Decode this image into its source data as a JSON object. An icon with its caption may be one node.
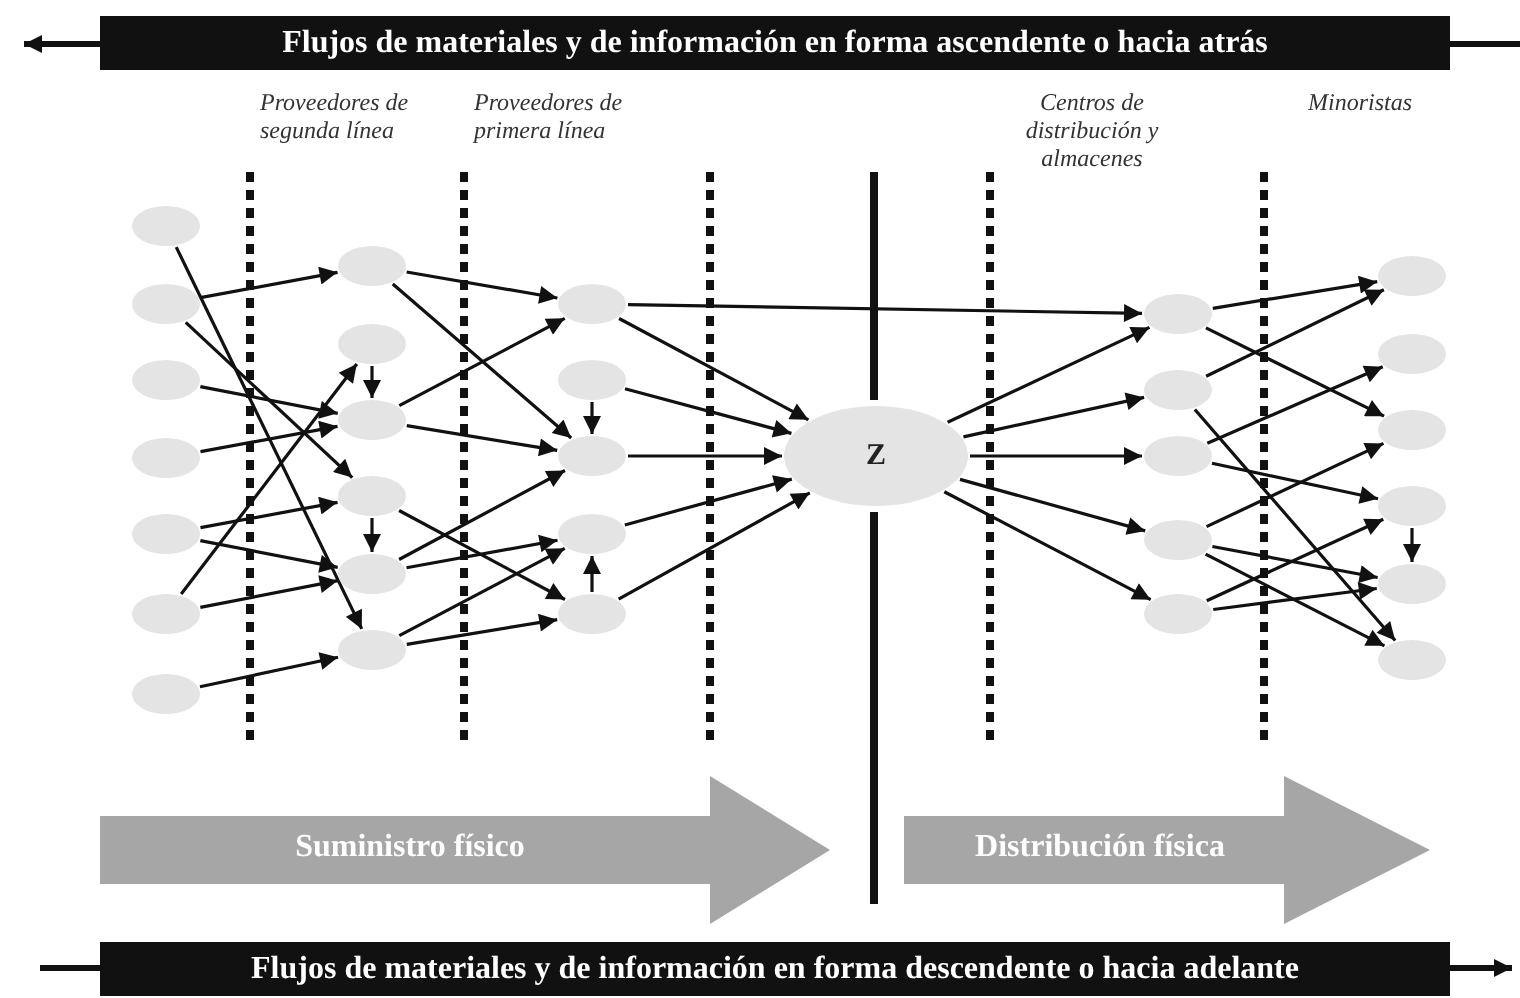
{
  "diagram": {
    "nodes": [
      {
        "text": [],
        "shape": "ellipse"
      },
      {
        "text": [],
        "shape": "ellipse"
      },
      {
        "text": [],
        "shape": "ellipse"
      },
      {
        "text": [],
        "shape": "ellipse"
      },
      {
        "text": [],
        "shape": "ellipse"
      },
      {
        "text": [],
        "shape": "ellipse"
      },
      {
        "text": [],
        "shape": "ellipse"
      },
      {
        "text": [],
        "shape": "ellipse"
      },
      {
        "text": [],
        "shape": "ellipse"
      },
      {
        "text": [],
        "shape": "ellipse"
      },
      {
        "text": [],
        "shape": "ellipse"
      },
      {
        "text": [],
        "shape": "ellipse"
      },
      {
        "text": [],
        "shape": "ellipse"
      },
      {
        "text": [],
        "shape": "ellipse"
      },
      {
        "text": [],
        "shape": "ellipse"
      },
      {
        "text": [],
        "shape": "ellipse"
      },
      {
        "text": [],
        "shape": "ellipse"
      },
      {
        "text": [],
        "shape": "ellipse"
      },
      {
        "text": [
          "Z"
        ]
      },
      {
        "text": [],
        "shape": "ellipse"
      },
      {
        "text": [],
        "shape": "ellipse"
      },
      {
        "text": [],
        "shape": "ellipse"
      },
      {
        "text": [],
        "shape": "ellipse"
      },
      {
        "text": [],
        "shape": "ellipse"
      },
      {
        "text": [],
        "shape": "ellipse"
      },
      {
        "text": [],
        "shape": "ellipse"
      },
      {
        "text": [],
        "shape": "ellipse"
      },
      {
        "text": [],
        "shape": "ellipse"
      },
      {
        "text": [],
        "shape": "ellipse"
      },
      {
        "text": [],
        "shape": "ellipse"
      }
    ],
    "edges": [
      {
        "from": 0,
        "to": 12,
        "arrow": "to"
      },
      {
        "from": 1,
        "to": 7,
        "arrow": "to"
      },
      {
        "from": 1,
        "to": 10,
        "arrow": "to"
      },
      {
        "from": 2,
        "to": 9,
        "arrow": "to"
      },
      {
        "from": 3,
        "to": 9,
        "arrow": "to"
      },
      {
        "from": 4,
        "to": 10,
        "arrow": "to"
      },
      {
        "from": 4,
        "to": 11,
        "arrow": "to"
      },
      {
        "from": 5,
        "to": 8,
        "arrow": "to"
      },
      {
        "from": 5,
        "to": 11,
        "arrow": "to"
      },
      {
        "from": 6,
        "to": 12,
        "arrow": "to"
      },
      {
        "from": 8,
        "to": 9,
        "arrow": "to"
      },
      {
        "from": 10,
        "to": 11,
        "arrow": "to"
      },
      {
        "from": 7,
        "to": 13,
        "arrow": "to"
      },
      {
        "from": 7,
        "to": 15,
        "arrow": "to"
      },
      {
        "from": 9,
        "to": 13,
        "arrow": "to"
      },
      {
        "from": 9,
        "to": 15,
        "arrow": "to"
      },
      {
        "from": 10,
        "to": 17,
        "arrow": "to"
      },
      {
        "from": 11,
        "to": 15,
        "arrow": "to"
      },
      {
        "from": 11,
        "to": 16,
        "arrow": "to"
      },
      {
        "from": 12,
        "to": 16,
        "arrow": "to"
      },
      {
        "from": 12,
        "to": 17,
        "arrow": "to"
      },
      {
        "from": 14,
        "to": 15,
        "arrow": "to"
      },
      {
        "from": 17,
        "to": 16,
        "arrow": "to"
      },
      {
        "from": 13,
        "to": 18,
        "arrow": "to"
      },
      {
        "from": 14,
        "to": 18,
        "arrow": "to"
      },
      {
        "from": 15,
        "to": 18,
        "arrow": "to"
      },
      {
        "from": 16,
        "to": 18,
        "arrow": "to"
      },
      {
        "from": 17,
        "to": 18,
        "arrow": "to"
      },
      {
        "from": 13,
        "to": 19,
        "arrow": "to"
      },
      {
        "from": 18,
        "to": 19,
        "arrow": "to"
      },
      {
        "from": 18,
        "to": 20,
        "arrow": "to"
      },
      {
        "from": 18,
        "to": 21,
        "arrow": "to"
      },
      {
        "from": 18,
        "to": 22,
        "arrow": "to"
      },
      {
        "from": 18,
        "to": 23,
        "arrow": "to"
      },
      {
        "from": 19,
        "to": 24,
        "arrow": "to"
      },
      {
        "from": 19,
        "to": 26,
        "arrow": "to"
      },
      {
        "from": 20,
        "to": 24,
        "arrow": "to"
      },
      {
        "from": 20,
        "to": 29,
        "arrow": "to"
      },
      {
        "from": 21,
        "to": 25,
        "arrow": "to"
      },
      {
        "from": 21,
        "to": 27,
        "arrow": "to"
      },
      {
        "from": 22,
        "to": 26,
        "arrow": "to"
      },
      {
        "from": 22,
        "to": 28,
        "arrow": "to"
      },
      {
        "from": 22,
        "to": 29,
        "arrow": "to"
      },
      {
        "from": 23,
        "to": 27,
        "arrow": "to"
      },
      {
        "from": 23,
        "to": 28,
        "arrow": "to"
      },
      {
        "from": 27,
        "to": 28,
        "arrow": "to"
      }
    ],
    "labels": [
      "Flujos de materiales y de información en forma ascendente o hacia atrás",
      "Proveedores de segunda línea",
      "Proveedores de primera línea",
      "Centros de distribución y almacenes",
      "Minoristas",
      "Suministro físico",
      "Distribución física",
      "Flujos de materiales y de información en forma descendente o hacia adelante"
    ]
  }
}
